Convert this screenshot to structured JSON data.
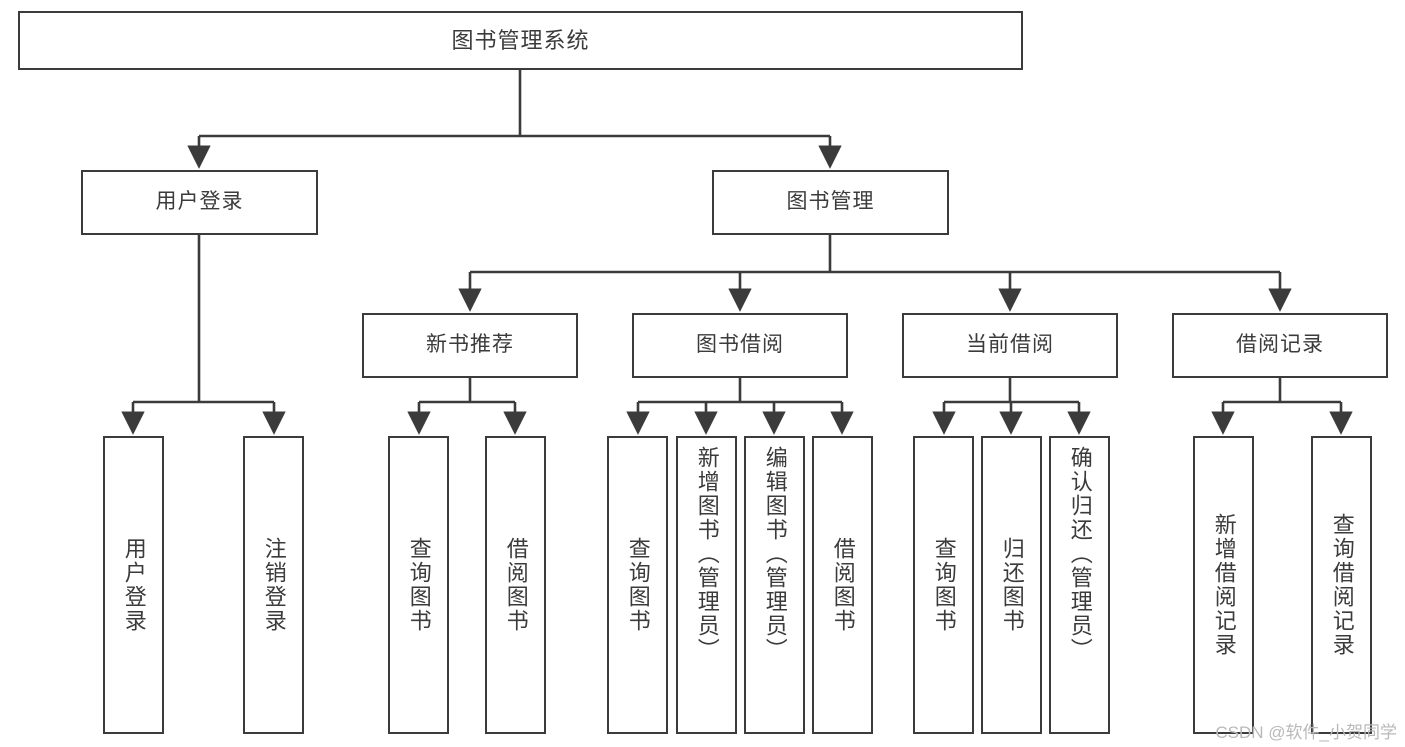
{
  "diagram": {
    "title": "图书管理系统",
    "type": "hierarchy-tree",
    "colors": {
      "background": "#ffffff",
      "stroke": "#3b3b3b",
      "node_fill": "#ffffff",
      "text": "#3b3b3b",
      "watermark": "#b9b9b9"
    },
    "levels": {
      "root": "图书管理系统",
      "level2": [
        "用户登录",
        "图书管理"
      ],
      "level3": [
        "新书推荐",
        "图书借阅",
        "当前借阅",
        "借阅记录"
      ]
    },
    "nodes": {
      "root": {
        "label": "图书管理系统"
      },
      "user_login": {
        "label": "用户登录"
      },
      "book_manage": {
        "label": "图书管理"
      },
      "new_book_rec": {
        "label": "新书推荐"
      },
      "book_borrow": {
        "label": "图书借阅"
      },
      "current_borrow": {
        "label": "当前借阅"
      },
      "borrow_record": {
        "label": "借阅记录"
      },
      "leaf_user_login": {
        "label": "用户登录"
      },
      "leaf_logout_login": {
        "label": "注销登录"
      },
      "leaf_query_book_1": {
        "label": "查询图书"
      },
      "leaf_borrow_book_1": {
        "label": "借阅图书"
      },
      "leaf_query_book_2": {
        "label": "查询图书"
      },
      "leaf_add_book_admin": {
        "label": "新增图书（管理员）"
      },
      "leaf_edit_book_admin": {
        "label": "编辑图书（管理员）"
      },
      "leaf_borrow_book_2": {
        "label": "借阅图书"
      },
      "leaf_query_book_3": {
        "label": "查询图书"
      },
      "leaf_return_book": {
        "label": "归还图书"
      },
      "leaf_confirm_return_admin": {
        "label": "确认归还（管理员）"
      },
      "leaf_add_borrow_record": {
        "label": "新增借阅记录"
      },
      "leaf_query_borrow_record": {
        "label": "查询借阅记录"
      }
    },
    "edges": [
      {
        "from": "root",
        "to": "user_login"
      },
      {
        "from": "root",
        "to": "book_manage"
      },
      {
        "from": "book_manage",
        "to": "new_book_rec"
      },
      {
        "from": "book_manage",
        "to": "book_borrow"
      },
      {
        "from": "book_manage",
        "to": "current_borrow"
      },
      {
        "from": "book_manage",
        "to": "borrow_record"
      },
      {
        "from": "user_login",
        "to": "leaf_user_login"
      },
      {
        "from": "user_login",
        "to": "leaf_logout_login"
      },
      {
        "from": "new_book_rec",
        "to": "leaf_query_book_1"
      },
      {
        "from": "new_book_rec",
        "to": "leaf_borrow_book_1"
      },
      {
        "from": "book_borrow",
        "to": "leaf_query_book_2"
      },
      {
        "from": "book_borrow",
        "to": "leaf_add_book_admin"
      },
      {
        "from": "book_borrow",
        "to": "leaf_edit_book_admin"
      },
      {
        "from": "book_borrow",
        "to": "leaf_borrow_book_2"
      },
      {
        "from": "current_borrow",
        "to": "leaf_query_book_3"
      },
      {
        "from": "current_borrow",
        "to": "leaf_return_book"
      },
      {
        "from": "current_borrow",
        "to": "leaf_confirm_return_admin"
      },
      {
        "from": "borrow_record",
        "to": "leaf_add_borrow_record"
      },
      {
        "from": "borrow_record",
        "to": "leaf_query_borrow_record"
      }
    ]
  },
  "watermark": {
    "text": "CSDN @软件_小贺同学"
  }
}
